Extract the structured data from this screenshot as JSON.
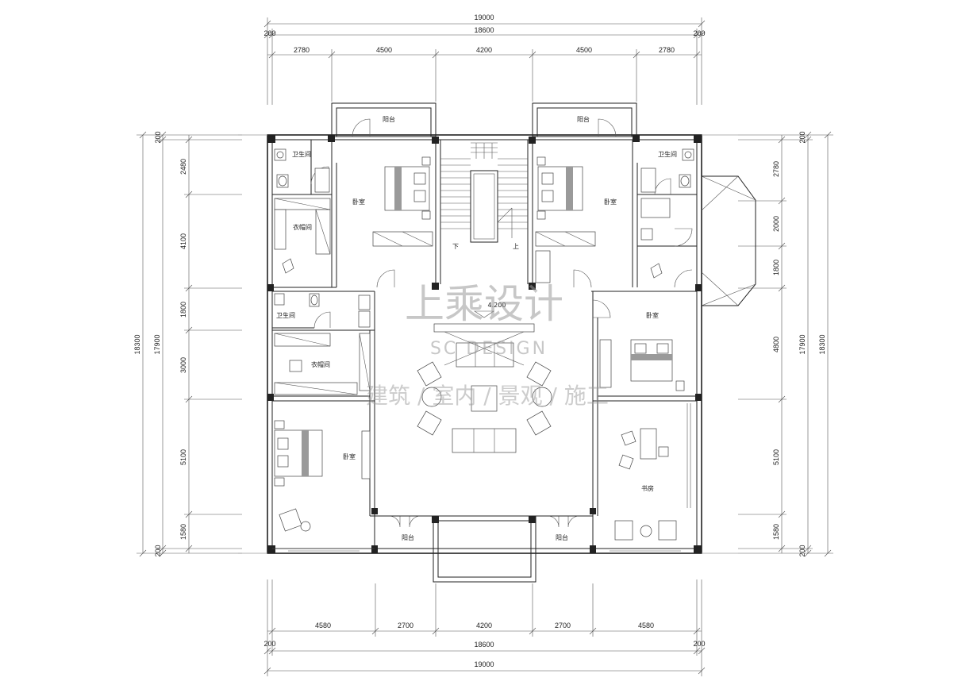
{
  "dimensions": {
    "top_total": "19000",
    "top_mid": "18600",
    "top_edge_left": "200",
    "top_edge_right": "200",
    "top_segments": [
      "2780",
      "4500",
      "4200",
      "4500",
      "2780"
    ],
    "bottom_total": "19000",
    "bottom_mid": "18600",
    "bottom_edge_left": "200",
    "bottom_edge_right": "200",
    "bottom_segments": [
      "4580",
      "2700",
      "4200",
      "2700",
      "4580"
    ],
    "left_total": "18300",
    "left_mid": "17900",
    "left_edge_top": "200",
    "left_edge_bottom": "200",
    "left_segments": [
      "2480",
      "4100",
      "1800",
      "3000",
      "5100",
      "1580"
    ],
    "right_total": "18300",
    "right_mid": "17900",
    "right_edge_top": "200",
    "right_edge_bottom": "200",
    "right_segments": [
      "2780",
      "2000",
      "1800",
      "4800",
      "5100",
      "1580"
    ]
  },
  "rooms": {
    "balcony_top_left": "阳台",
    "balcony_top_right": "阳台",
    "bath_top_left": "卫生间",
    "bath_top_right": "卫生间",
    "bedroom_top_left": "卧室",
    "bedroom_top_right": "卧室",
    "closet_top_left": "衣帽间",
    "stair_down": "下",
    "stair_up": "上",
    "bath_mid_left": "卫生间",
    "closet_mid_left": "衣帽间",
    "bedroom_right_mid": "卧室",
    "bedroom_bottom_left": "卧室",
    "study": "书房",
    "balcony_bottom_left": "阳台",
    "balcony_bottom_right": "阳台",
    "elevation": "4.200"
  },
  "watermark": {
    "brand_cn": "上乘设计",
    "brand_en": "SC DESIGN",
    "services": "建筑 / 室内 / 景观 / 施工"
  }
}
